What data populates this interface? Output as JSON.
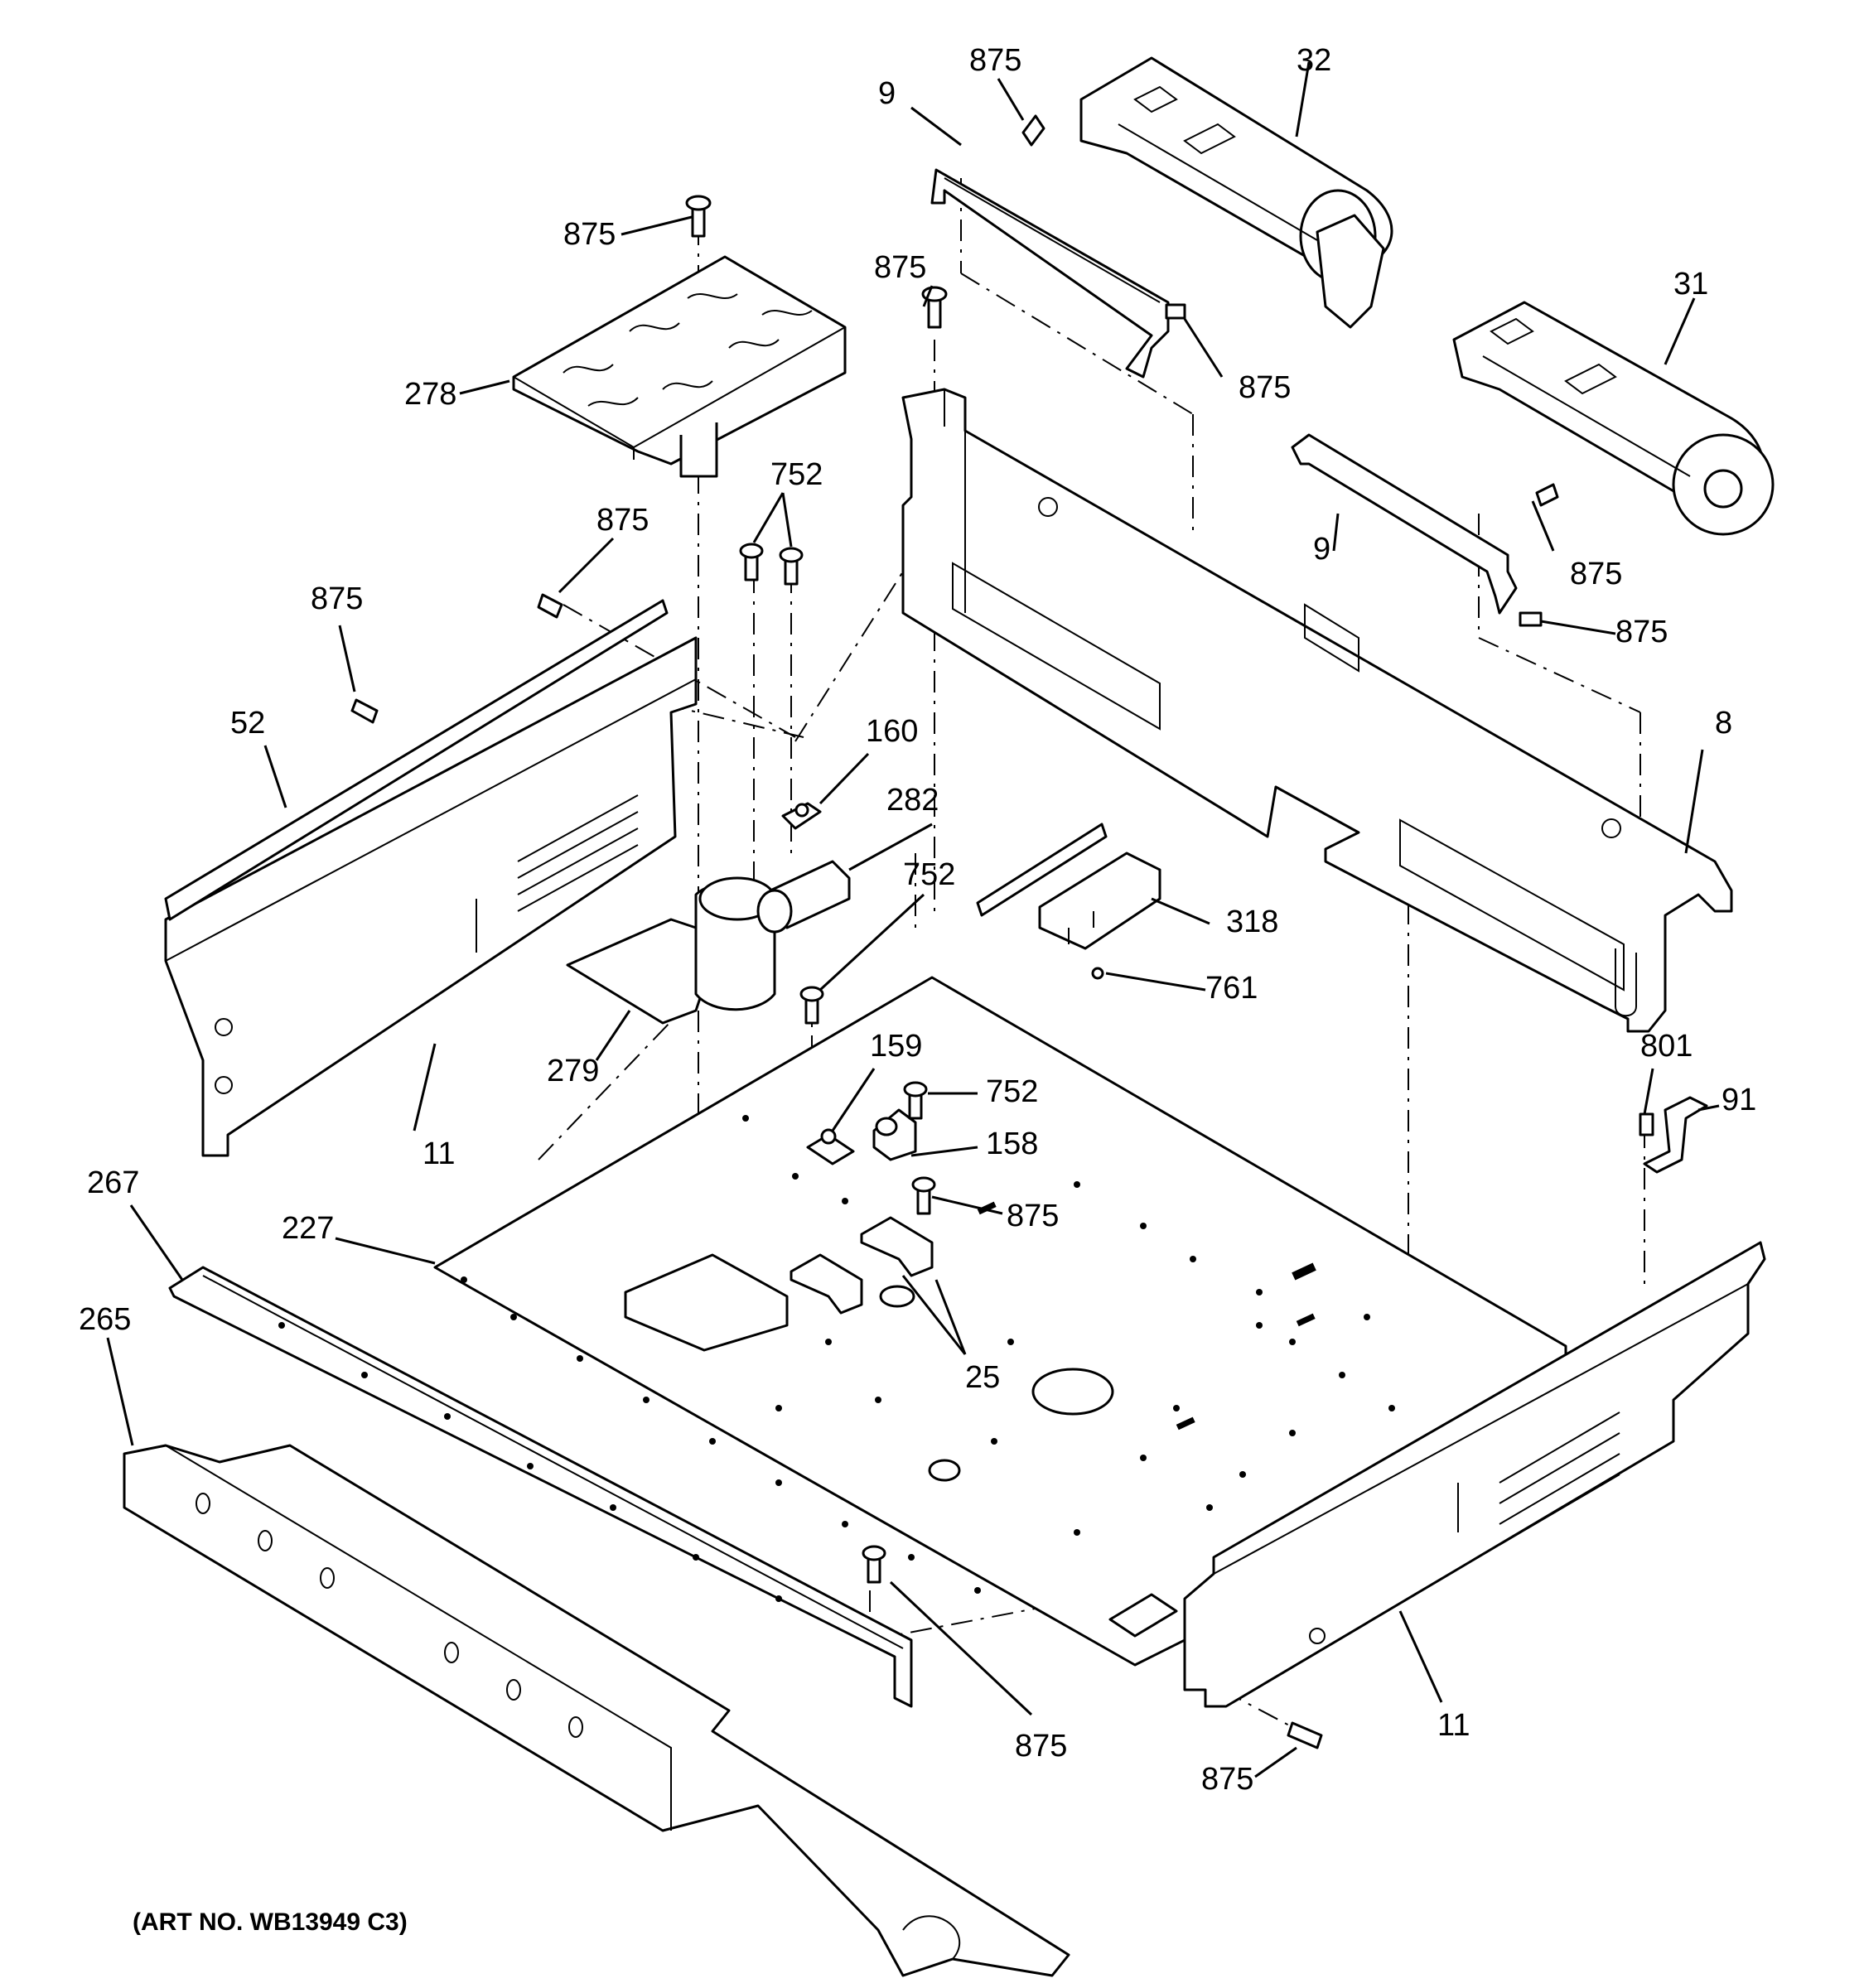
{
  "art_number": "(ART NO. WB13949 C3)",
  "callouts": {
    "c875_a": "875",
    "c9_a": "9",
    "c32": "32",
    "c875_b": "875",
    "c875_c": "875",
    "c875_d": "875",
    "c31": "31",
    "c278": "278",
    "c752_a": "752",
    "c875_e": "875",
    "c875_f": "875",
    "c9_b": "9",
    "c875_g": "875",
    "c875_h": "875",
    "c52": "52",
    "c160": "160",
    "c282": "282",
    "c8": "8",
    "c752_b": "752",
    "c318": "318",
    "c761": "761",
    "c279": "279",
    "c11_a": "11",
    "c159": "159",
    "c752_c": "752",
    "c801": "801",
    "c91": "91",
    "c158": "158",
    "c267": "267",
    "c227": "227",
    "c875_i": "875",
    "c265": "265",
    "c25": "25",
    "c875_j": "875",
    "c11_b": "11",
    "c875_k": "875"
  }
}
